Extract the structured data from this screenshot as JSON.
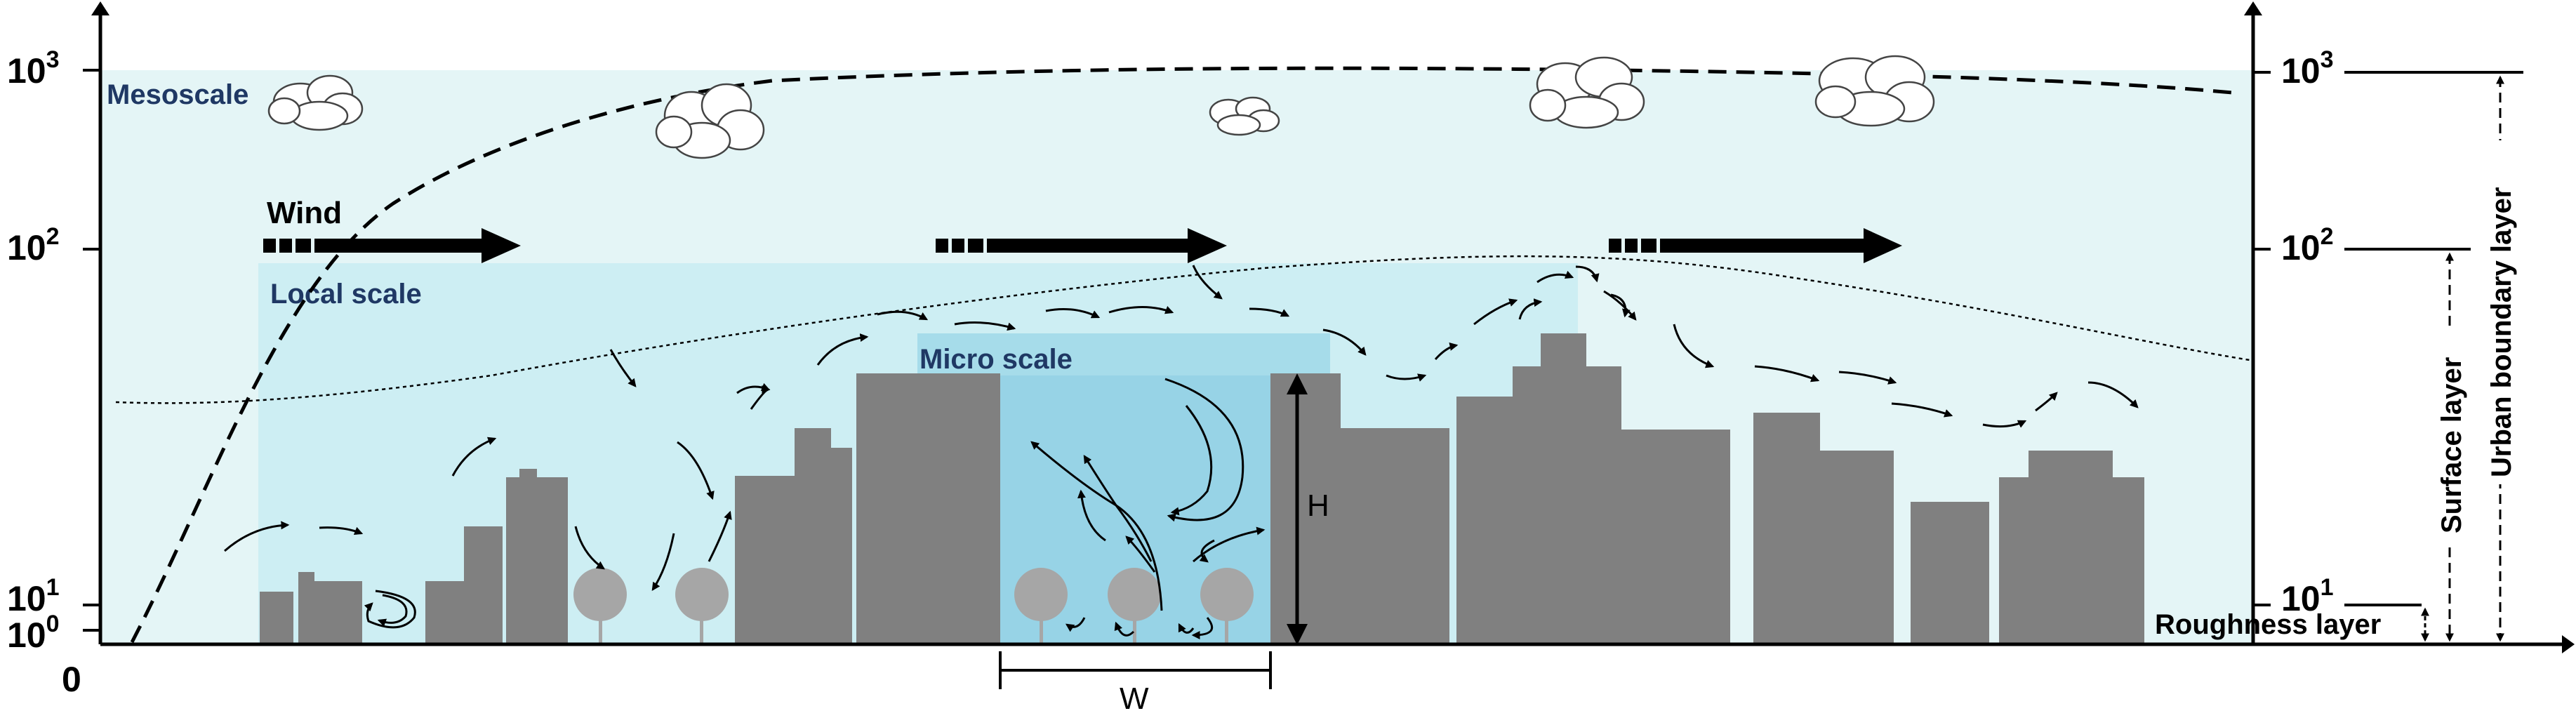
{
  "left_axis": {
    "origin_label": "0",
    "ticks": [
      {
        "base": "10",
        "exp": "0"
      },
      {
        "base": "10",
        "exp": "1"
      },
      {
        "base": "10",
        "exp": "2"
      },
      {
        "base": "10",
        "exp": "3"
      }
    ]
  },
  "right_axis": {
    "ticks": [
      {
        "base": "10",
        "exp": "1"
      },
      {
        "base": "10",
        "exp": "2"
      },
      {
        "base": "10",
        "exp": "3"
      }
    ]
  },
  "scales": {
    "mesoscale": "Mesoscale",
    "local": "Local scale",
    "micro": "Micro scale"
  },
  "wind_label": "Wind",
  "dimensions": {
    "height": "H",
    "width": "W"
  },
  "layers": {
    "roughness": "Roughness layer",
    "surface": "Surface layer",
    "urban_boundary": "Urban boundary layer"
  },
  "colors": {
    "mesoscale_fill": "#e4f5f6",
    "local_fill": "#cdeef3",
    "micro_fill": "#a6dcea",
    "building": "#808080",
    "tree": "#a6a6a6",
    "label_blue": "#1f3864"
  }
}
